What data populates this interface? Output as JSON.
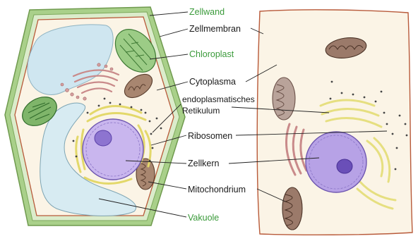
{
  "labels": {
    "zellwand": "Zellwand",
    "zellmembran": "Zellmembran",
    "chloroplast": "Chloroplast",
    "cytoplasma": "Cytoplasma",
    "er_line1": "endoplasmatisches",
    "er_line2": "Retikulum",
    "ribosomen": "Ribosomen",
    "zellkern": "Zellkern",
    "mitochondrium": "Mitochondrium",
    "vakuole": "Vakuole"
  },
  "colors": {
    "wall_green": "#8fbf6a",
    "label_green": "#3a9a3a",
    "membrane_brown": "#a0522d",
    "vacuole_blue": "#cfe6f0",
    "chloroplast_green": "#5e9a4a",
    "nucleus_purple": "#b7a2e6",
    "nucleolus_purple": "#6a4fb8",
    "er_yellow": "#ece79a",
    "golgi_pink": "#c98a8a",
    "mito_brown": "#9b7a6a",
    "cytoplasm_cream": "#fbf4e6"
  }
}
